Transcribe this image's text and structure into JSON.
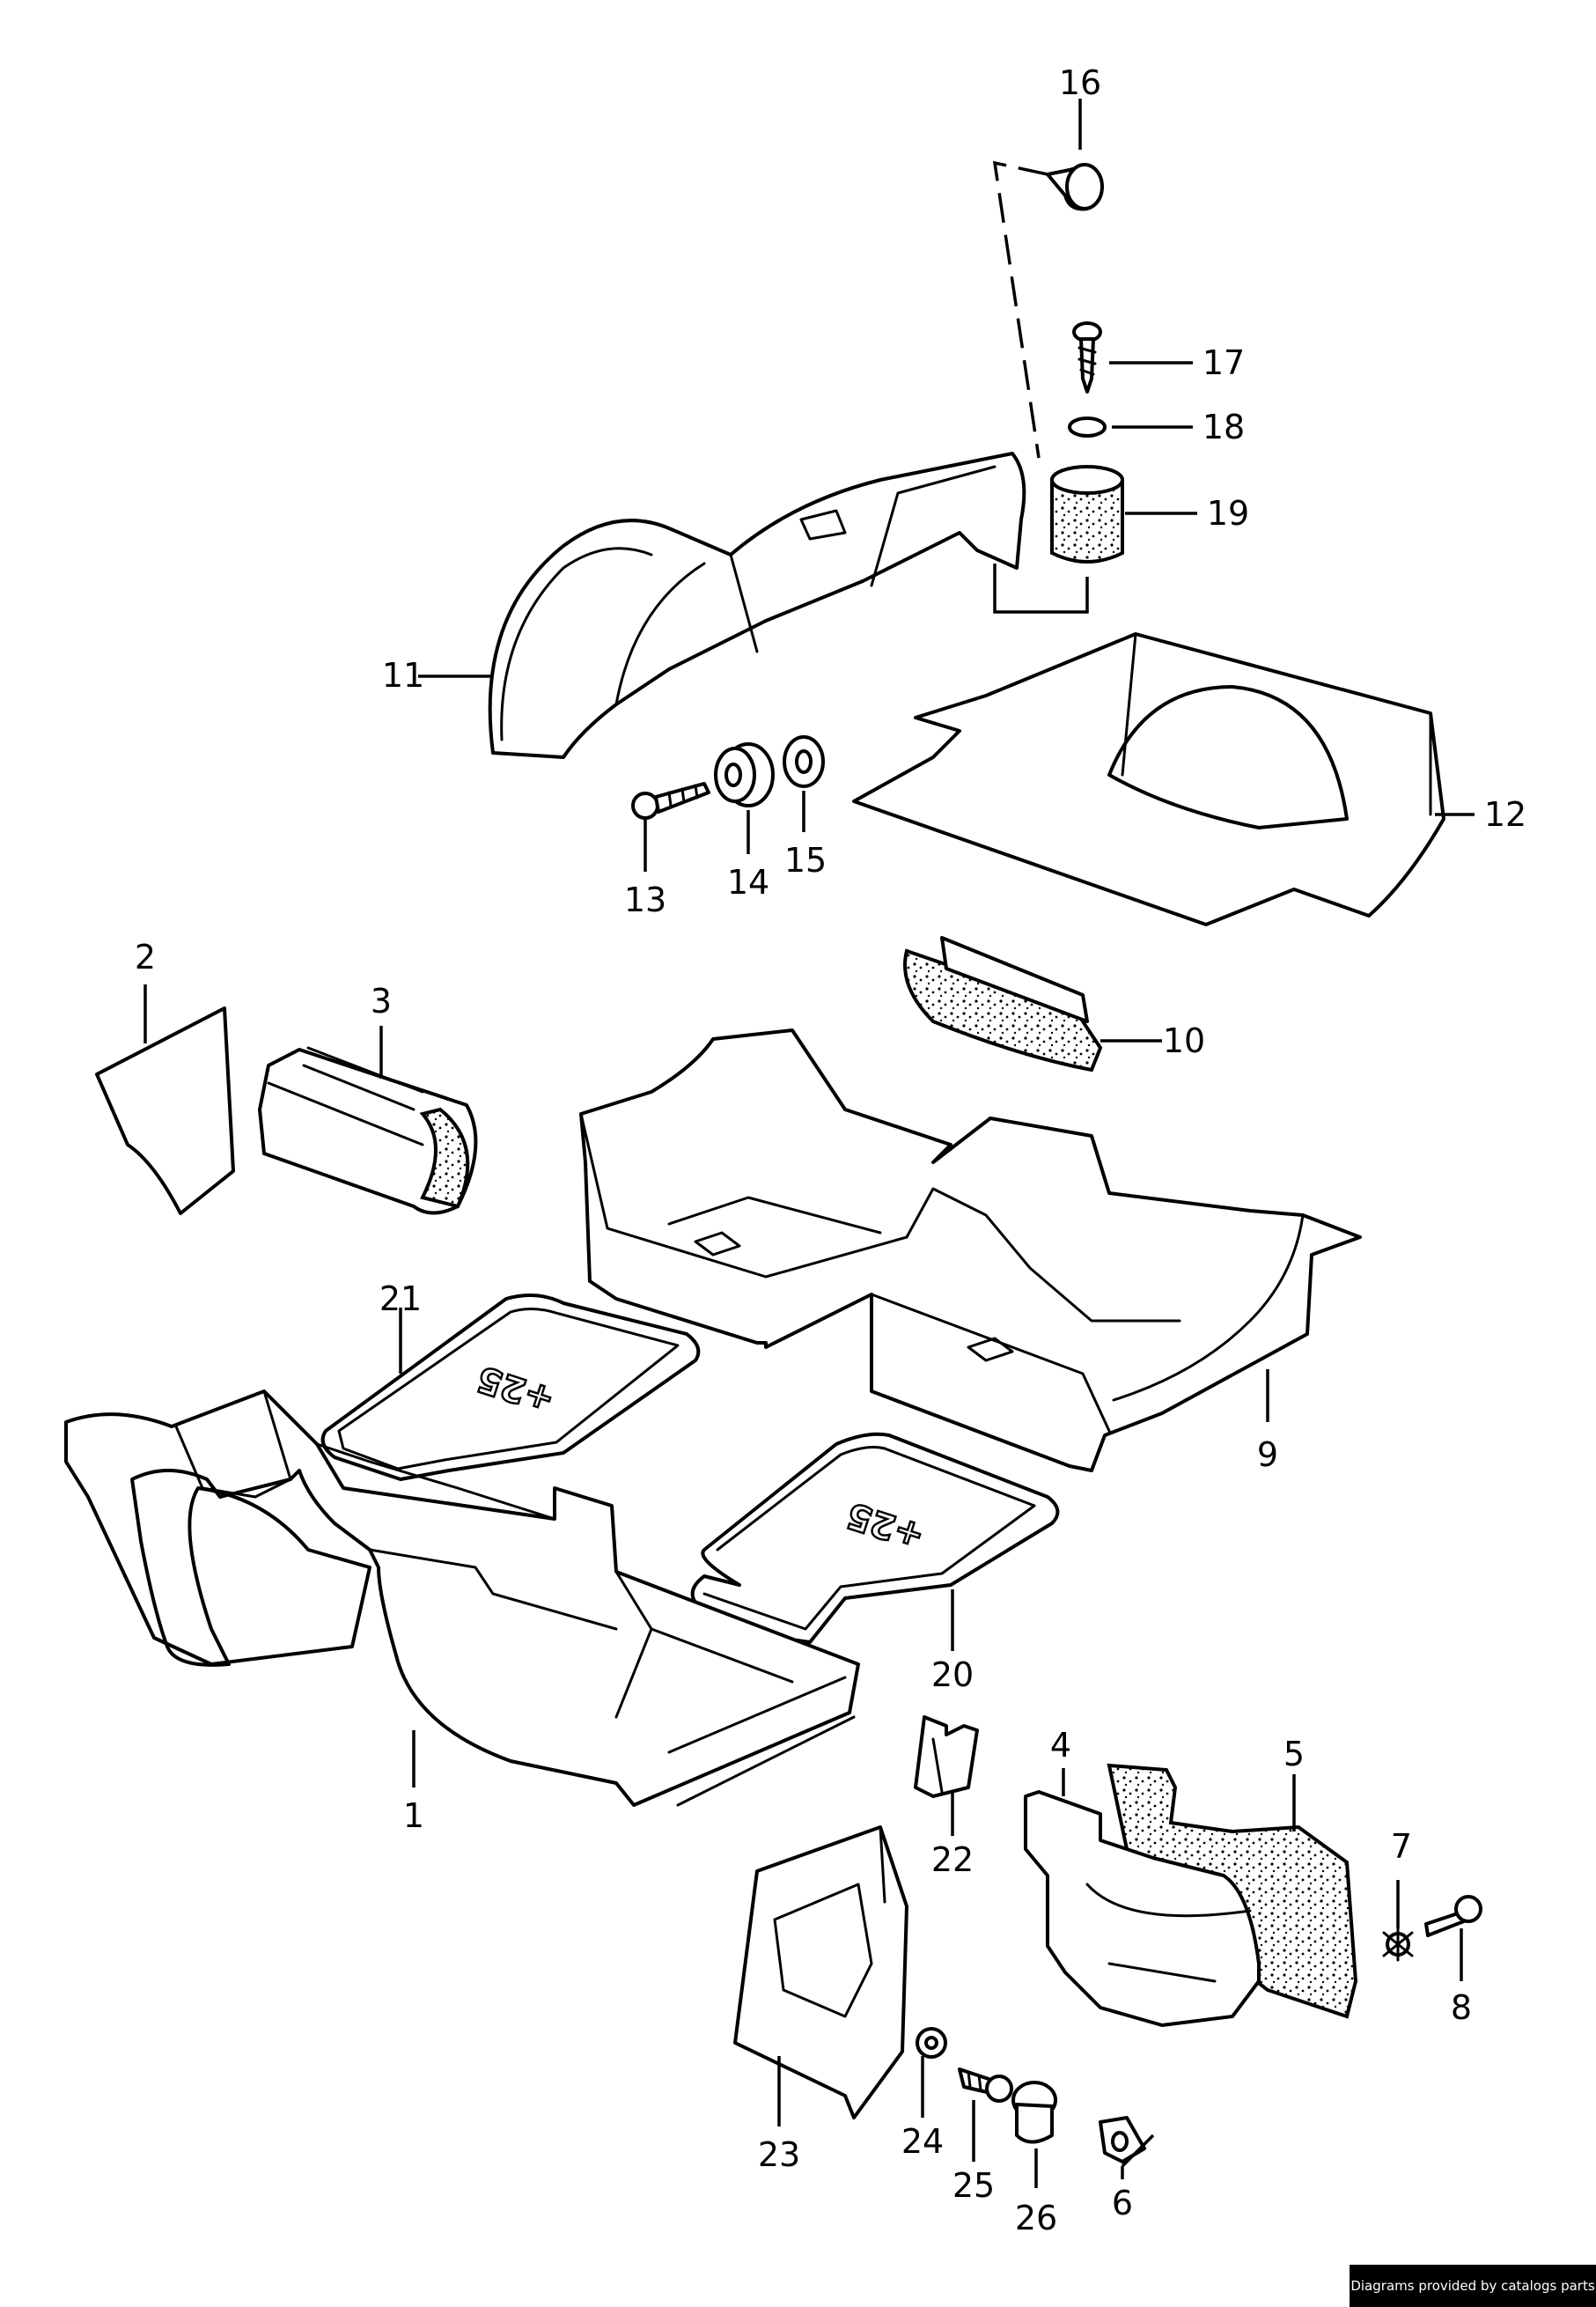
{
  "callouts": [
    {
      "label": "1"
    },
    {
      "label": "2"
    },
    {
      "label": "3"
    },
    {
      "label": "4"
    },
    {
      "label": "5"
    },
    {
      "label": "6"
    },
    {
      "label": "7"
    },
    {
      "label": "8"
    },
    {
      "label": "9"
    },
    {
      "label": "10"
    },
    {
      "label": "11"
    },
    {
      "label": "12"
    },
    {
      "label": "13"
    },
    {
      "label": "14"
    },
    {
      "label": "15"
    },
    {
      "label": "16"
    },
    {
      "label": "17"
    },
    {
      "label": "18"
    },
    {
      "label": "19"
    },
    {
      "label": "20"
    },
    {
      "label": "21"
    },
    {
      "label": "22"
    },
    {
      "label": "23"
    },
    {
      "label": "24"
    },
    {
      "label": "25"
    },
    {
      "label": "26"
    }
  ],
  "mat_logo_text": "+25",
  "credit": "Diagrams provided by catalogs parts"
}
